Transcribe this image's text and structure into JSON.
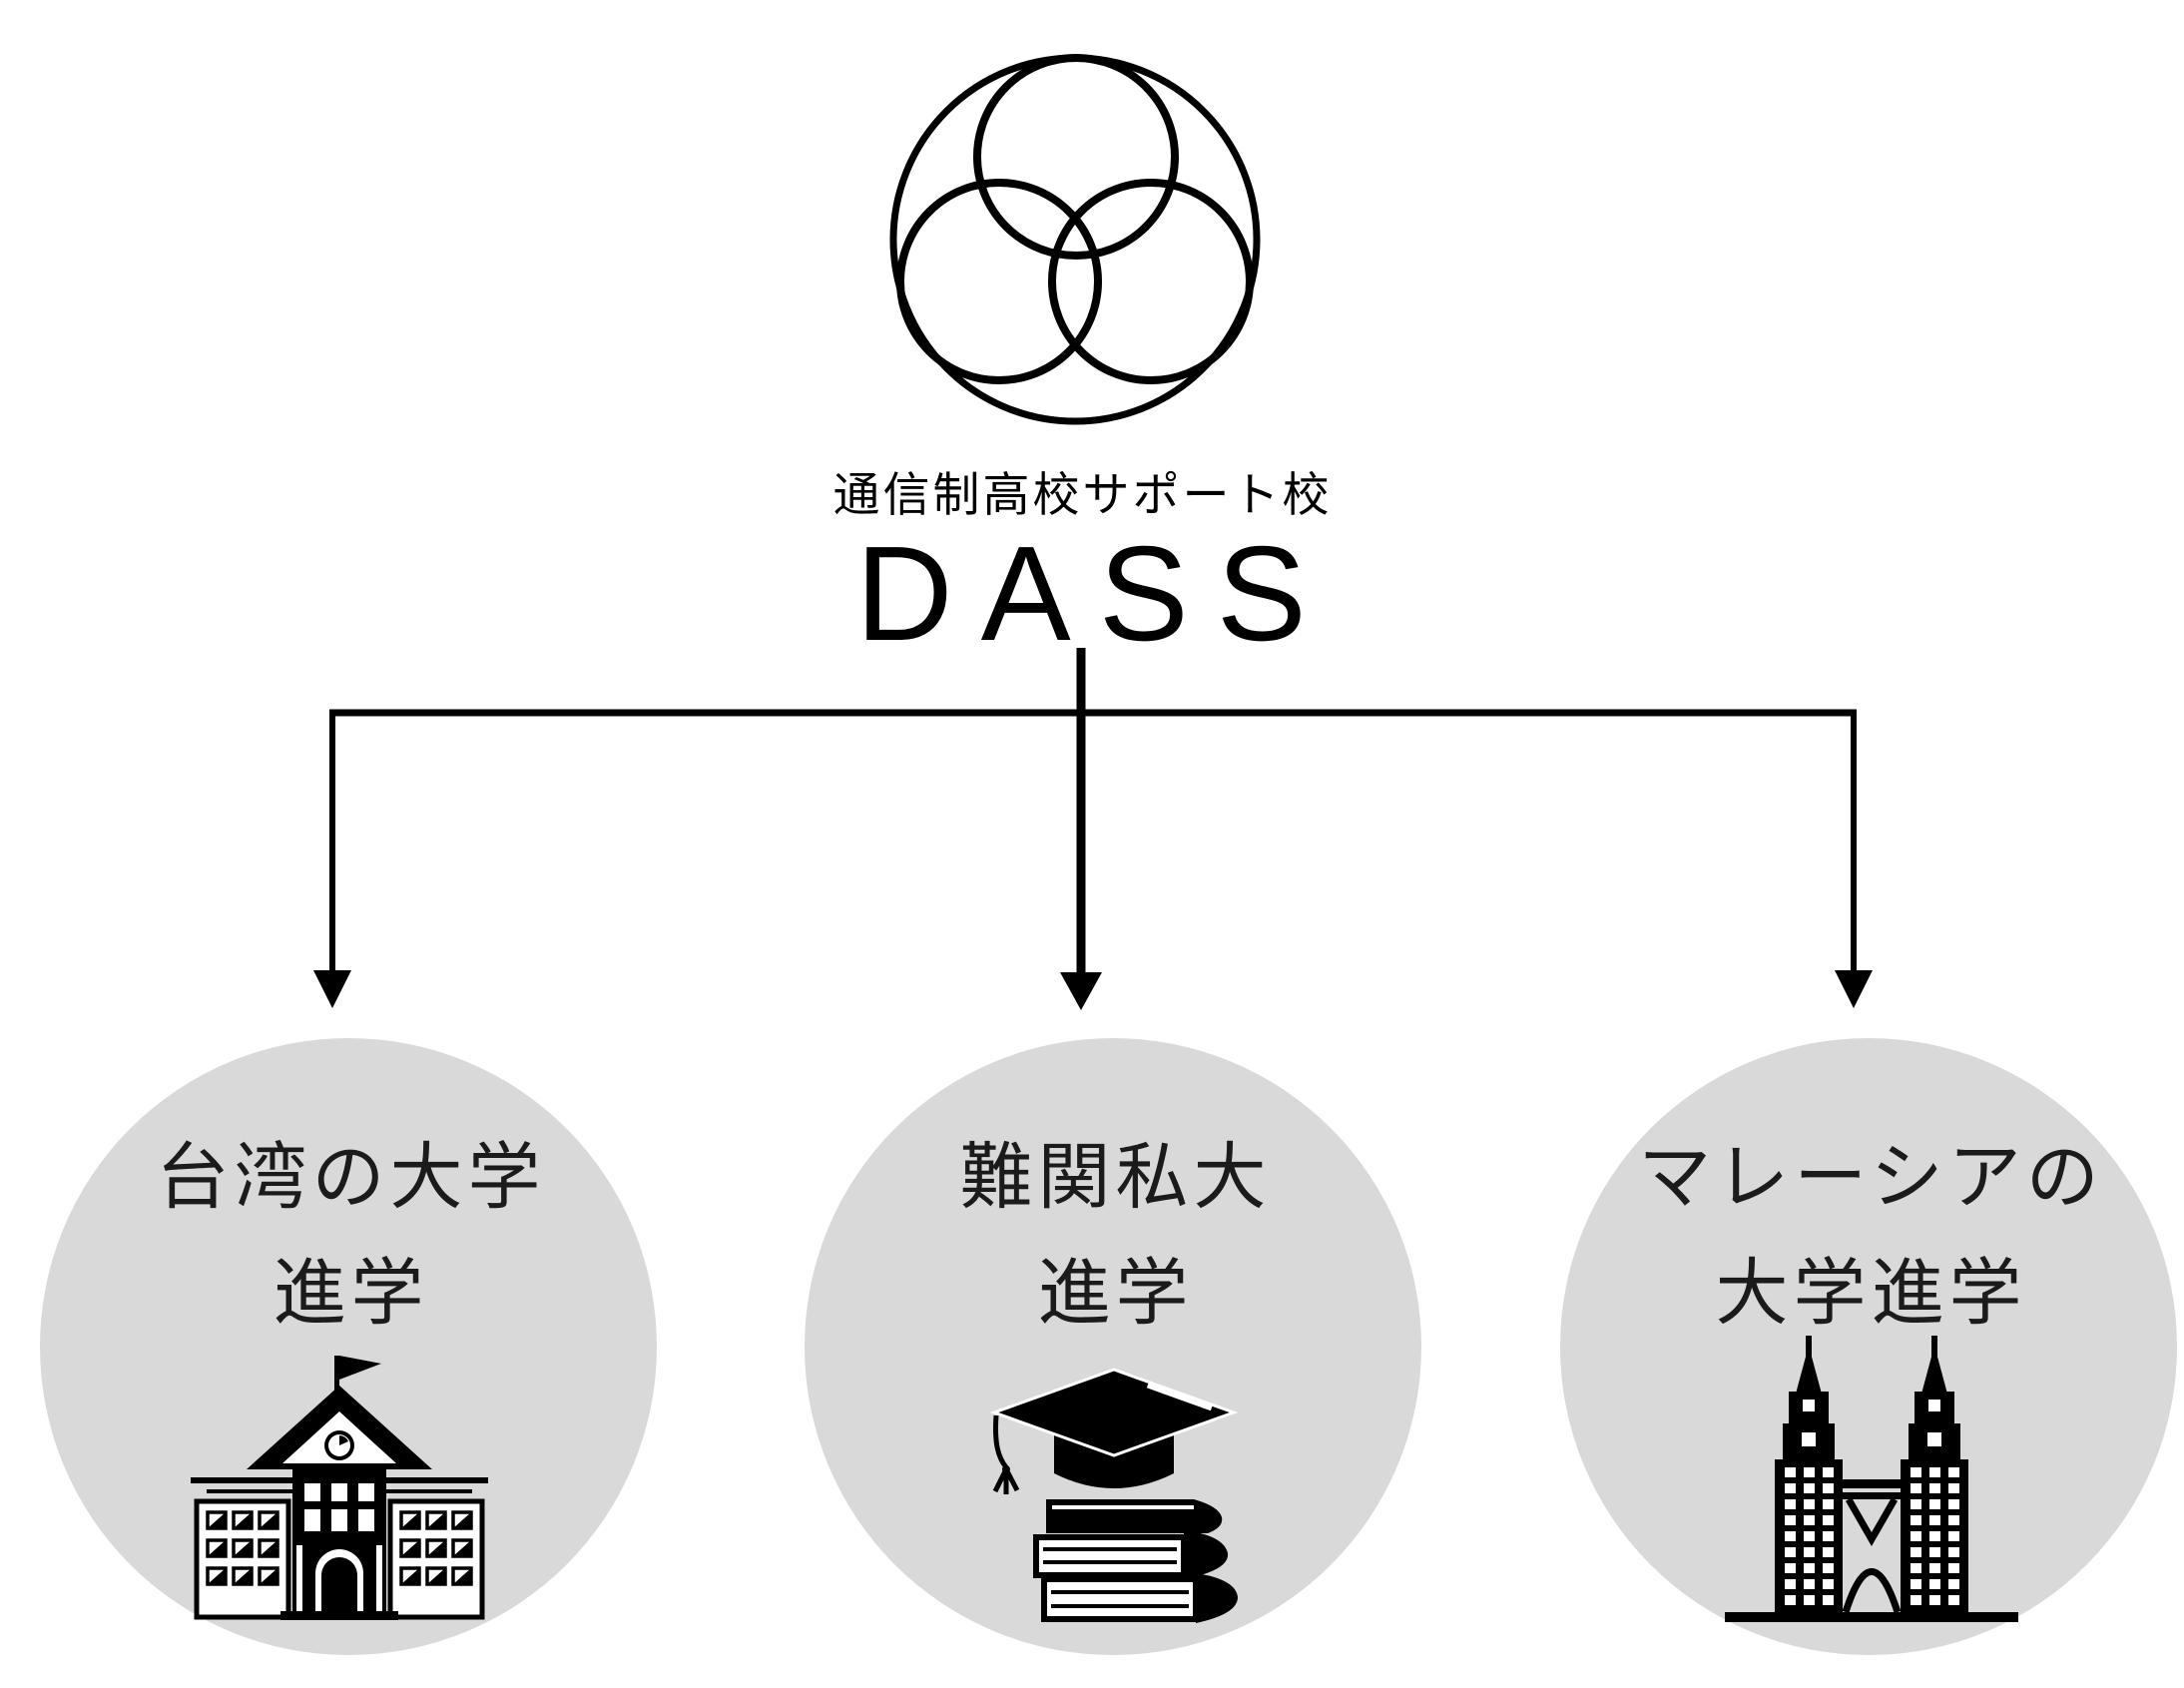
{
  "header": {
    "logo_subtitle": "通信制高校サポート校",
    "logo_title": "DASS"
  },
  "branches": [
    {
      "label_line1": "台湾の大学",
      "label_line2": "進学",
      "icon": "school-building-icon"
    },
    {
      "label_line1": "難関私大",
      "label_line2": "進学",
      "icon": "graduation-cap-books-icon"
    },
    {
      "label_line1": "マレーシアの",
      "label_line2": "大学進学",
      "icon": "petronas-twin-towers-icon"
    }
  ],
  "colors": {
    "background": "#ffffff",
    "ink": "#000000",
    "circle_fill": "#d9d9d9",
    "label_text": "#1b1b1b"
  }
}
